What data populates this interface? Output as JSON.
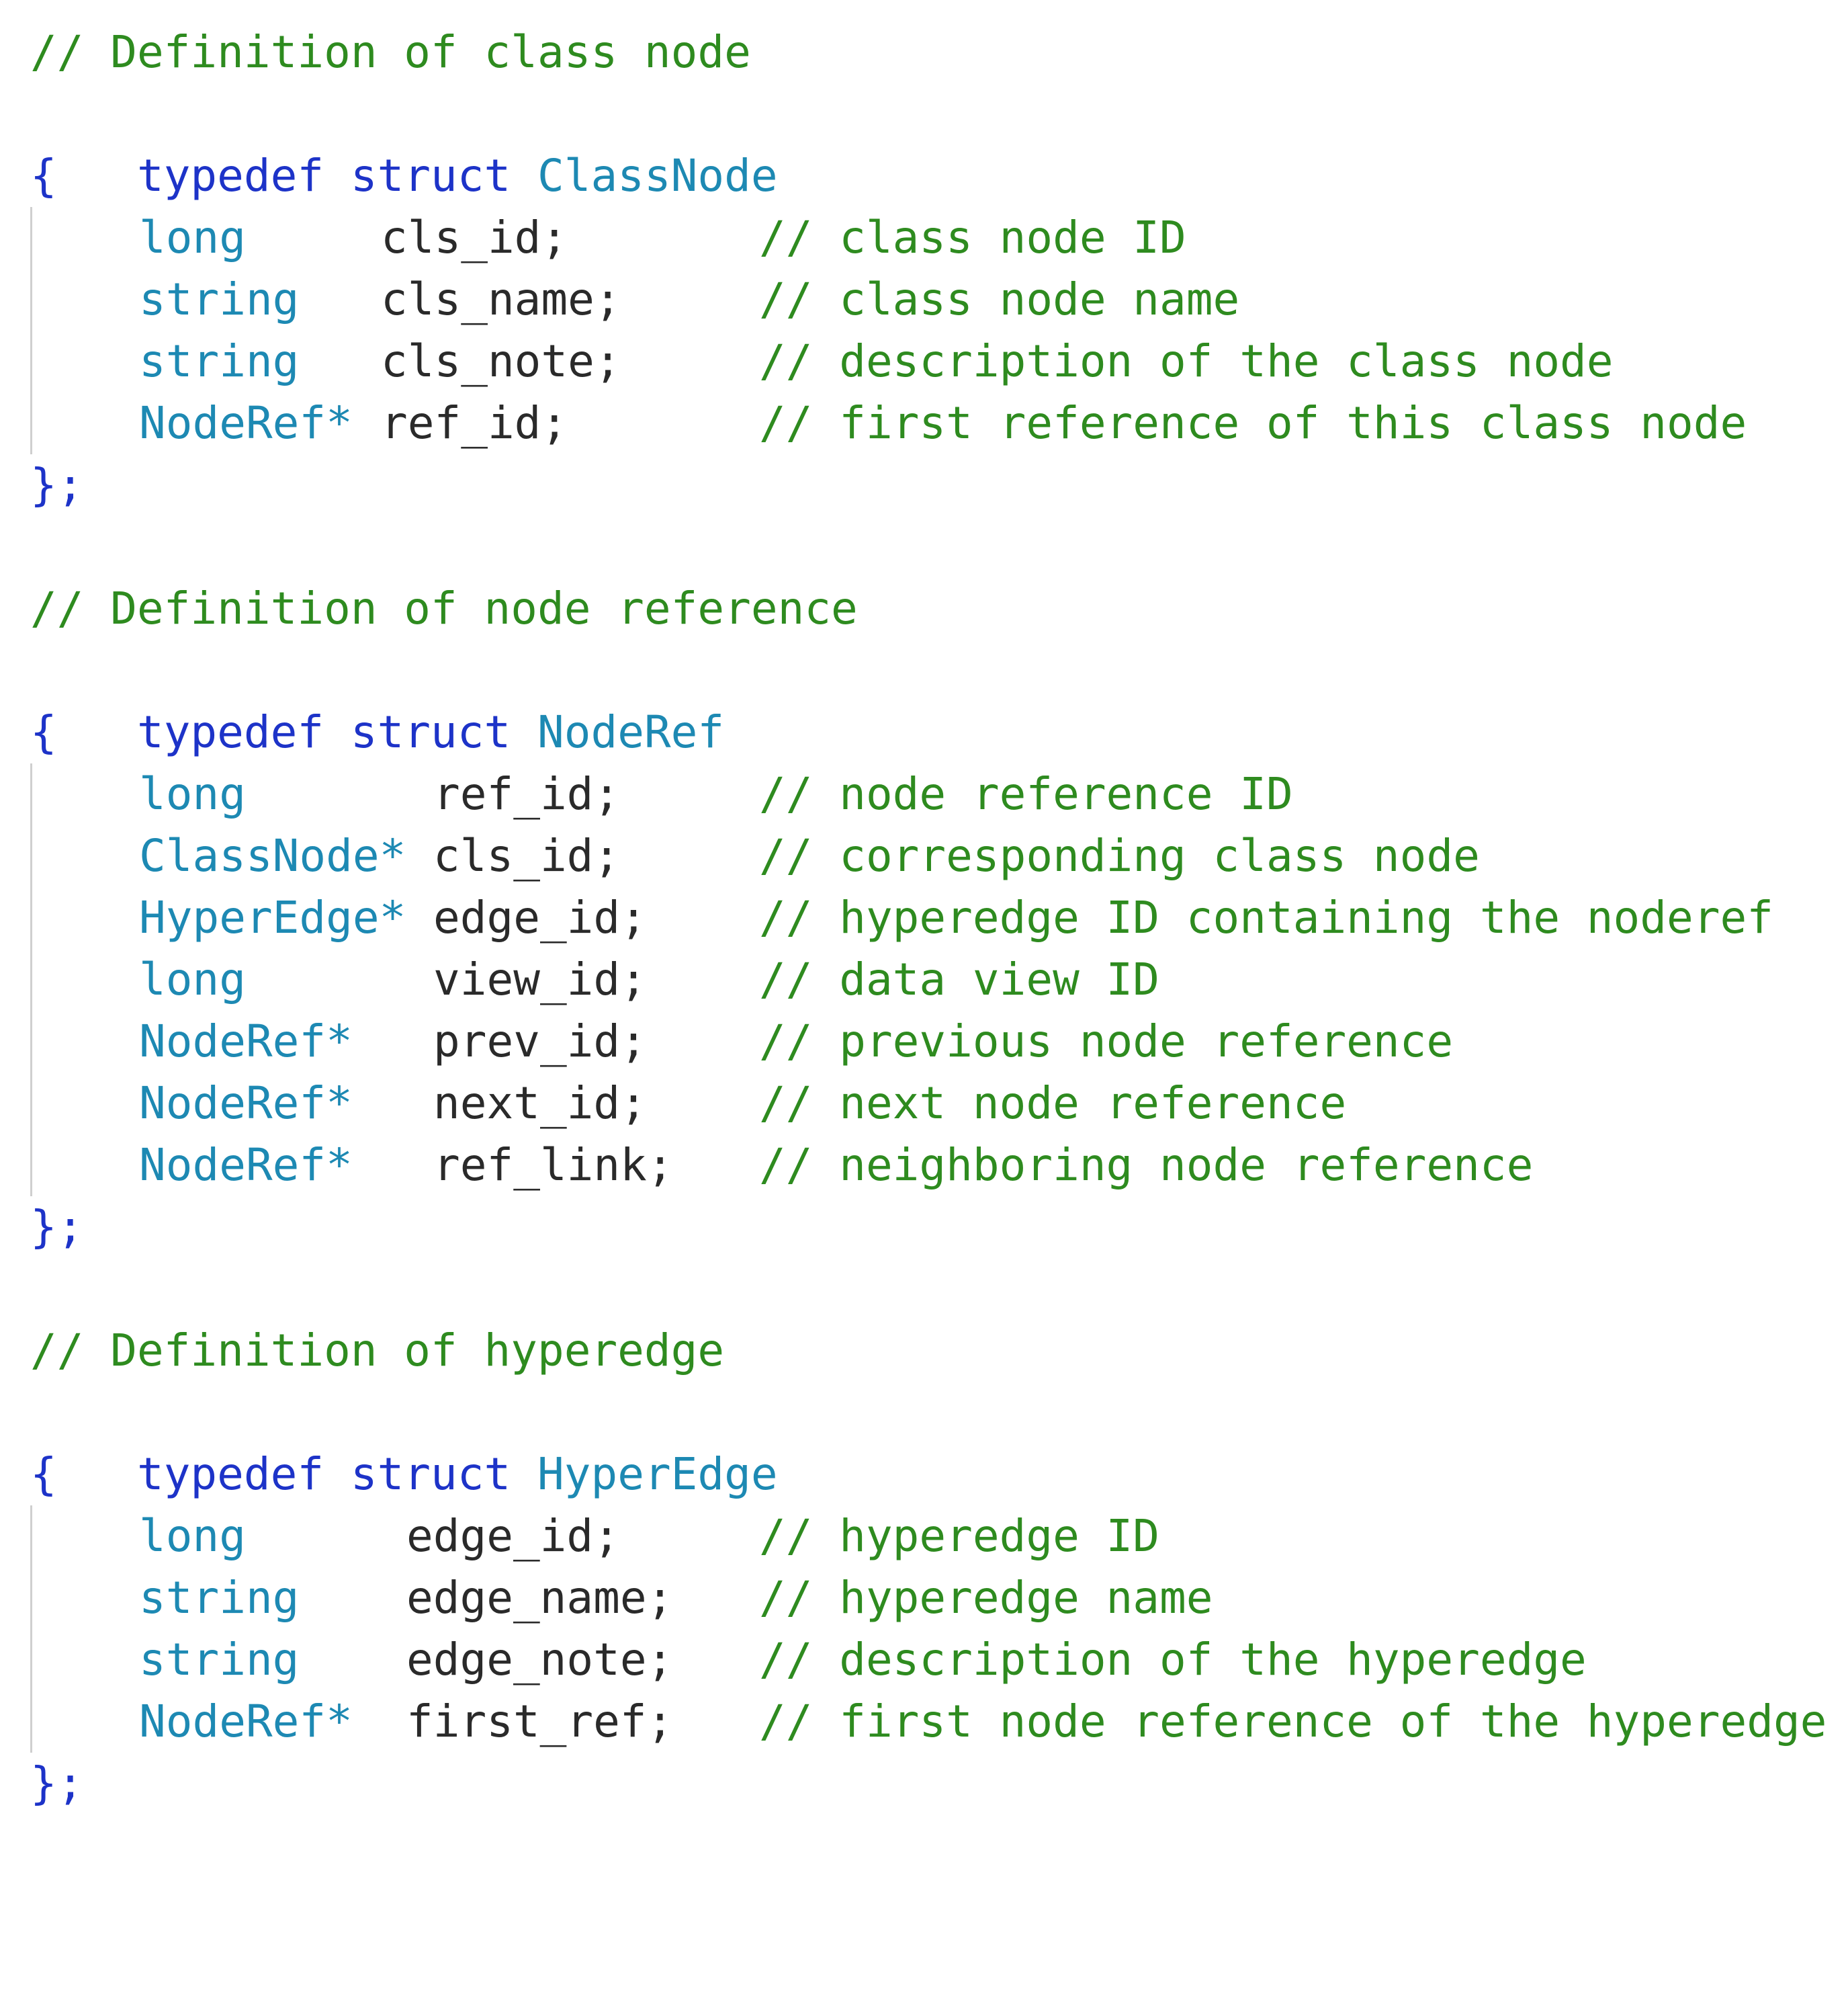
{
  "blocks": [
    {
      "header_comment": "// Definition of class node",
      "decl": {
        "keyword": "typedef struct",
        "name": "ClassNode"
      },
      "open": "{",
      "close": "};",
      "fields": [
        {
          "type": "long",
          "name": "cls_id;",
          "comment": "// class node ID"
        },
        {
          "type": "string",
          "name": "cls_name;",
          "comment": "// class node name"
        },
        {
          "type": "string",
          "name": "cls_note;",
          "comment": "// description of the class node"
        },
        {
          "type": "NodeRef*",
          "name": "ref_id;",
          "comment": "// first reference of this class node"
        }
      ]
    },
    {
      "header_comment": "// Definition of node reference",
      "decl": {
        "keyword": "typedef struct",
        "name": "NodeRef"
      },
      "open": "{",
      "close": "};",
      "fields": [
        {
          "type": "long",
          "name": "ref_id;",
          "comment": "// node reference ID"
        },
        {
          "type": "ClassNode*",
          "name": "cls_id;",
          "comment": "// corresponding class node"
        },
        {
          "type": "HyperEdge*",
          "name": "edge_id;",
          "comment": "// hyperedge ID containing the noderef"
        },
        {
          "type": "long",
          "name": "view_id;",
          "comment": "// data view ID"
        },
        {
          "type": "NodeRef*",
          "name": "prev_id;",
          "comment": "// previous node reference"
        },
        {
          "type": "NodeRef*",
          "name": "next_id;",
          "comment": "// next node reference"
        },
        {
          "type": "NodeRef*",
          "name": "ref_link;",
          "comment": "// neighboring node reference"
        }
      ]
    },
    {
      "header_comment": "// Definition of hyperedge",
      "decl": {
        "keyword": "typedef struct",
        "name": "HyperEdge"
      },
      "open": "{",
      "close": "};",
      "fields": [
        {
          "type": "long",
          "name": "edge_id;",
          "comment": "// hyperedge ID"
        },
        {
          "type": "string",
          "name": "edge_name;",
          "comment": "// hyperedge name"
        },
        {
          "type": "string",
          "name": "edge_note;",
          "comment": "// description of the hyperedge"
        },
        {
          "type": "NodeRef*",
          "name": "first_ref;",
          "comment": "// first node reference of the hyperedge"
        }
      ]
    }
  ]
}
